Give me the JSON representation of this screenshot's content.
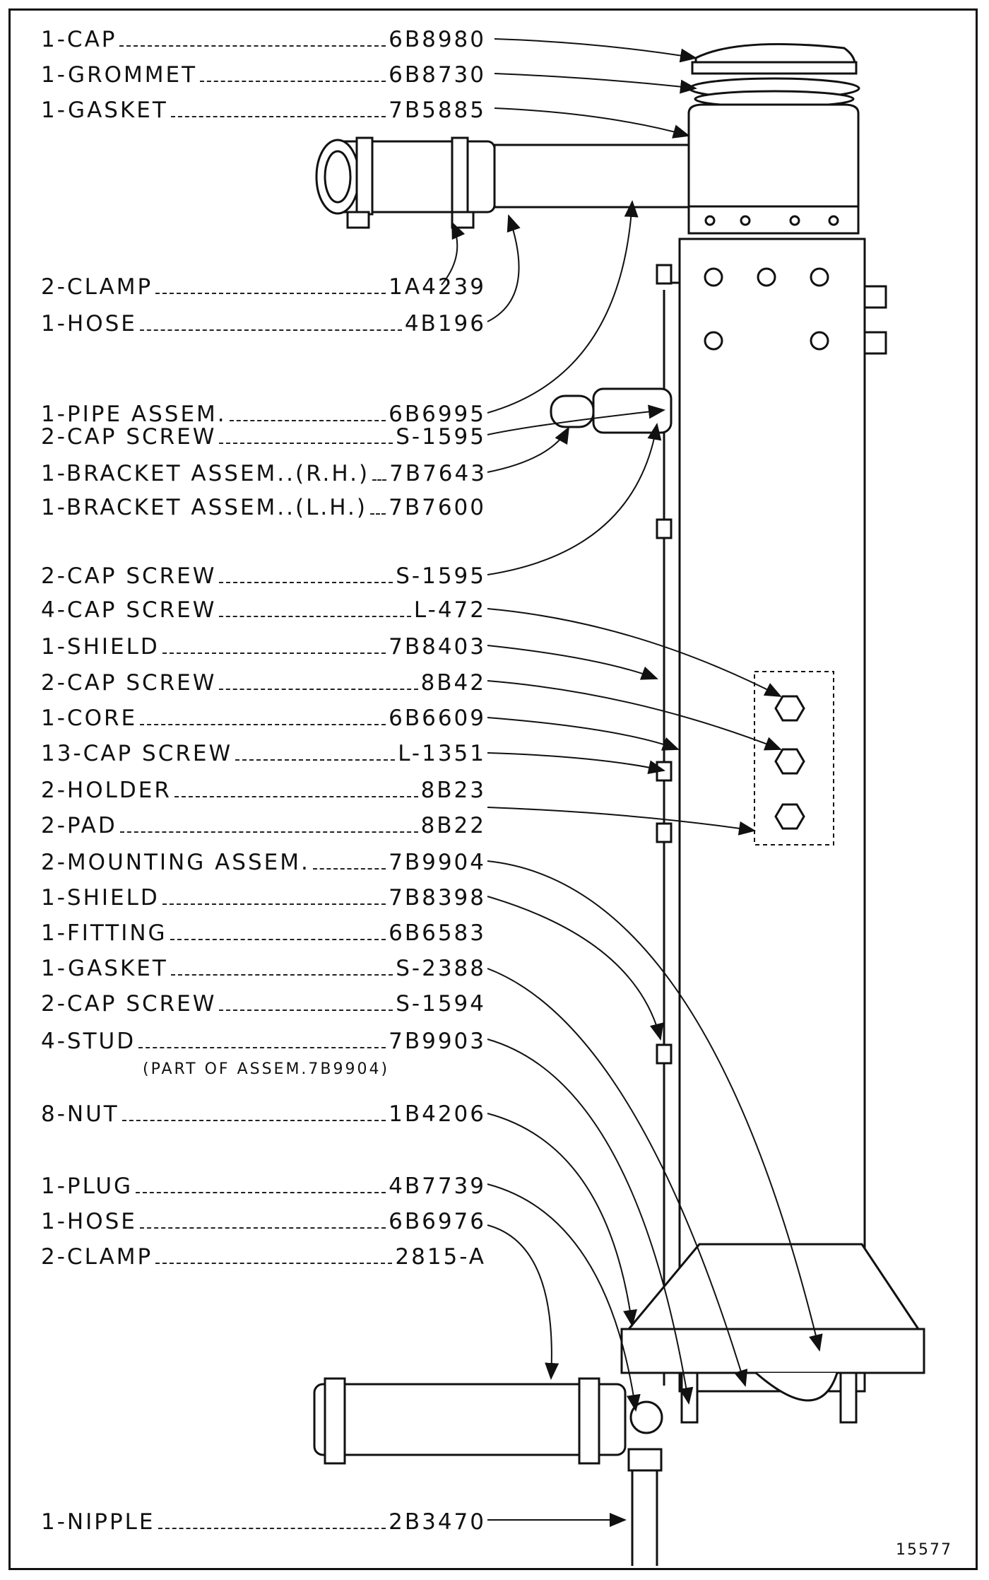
{
  "figure_number": "15577",
  "parts": [
    {
      "id": "cap",
      "qty": "1",
      "name": "CAP",
      "part": "6B8980"
    },
    {
      "id": "grommet",
      "qty": "1",
      "name": "GROMMET",
      "part": "6B8730"
    },
    {
      "id": "gasket-top",
      "qty": "1",
      "name": "GASKET",
      "part": "7B5885"
    },
    {
      "id": "clamp-upper",
      "qty": "2",
      "name": "CLAMP",
      "part": "1A4239"
    },
    {
      "id": "hose-upper",
      "qty": "1",
      "name": "HOSE",
      "part": "4B196"
    },
    {
      "id": "pipe-assem",
      "qty": "1",
      "name": "PIPE ASSEM.",
      "part": "6B6995"
    },
    {
      "id": "cap-screw-1",
      "qty": "2",
      "name": "CAP SCREW",
      "part": "S-1595"
    },
    {
      "id": "bracket-rh",
      "qty": "1",
      "name": "BRACKET ASSEM..(R.H.)",
      "part": "7B7643"
    },
    {
      "id": "bracket-lh",
      "qty": "1",
      "name": "BRACKET ASSEM..(L.H.)",
      "part": "7B7600"
    },
    {
      "id": "cap-screw-2",
      "qty": "2",
      "name": "CAP SCREW",
      "part": "S-1595"
    },
    {
      "id": "cap-screw-3",
      "qty": "4",
      "name": "CAP SCREW",
      "part": "L-472"
    },
    {
      "id": "shield-1",
      "qty": "1",
      "name": "SHIELD",
      "part": "7B8403"
    },
    {
      "id": "cap-screw-4",
      "qty": "2",
      "name": "CAP SCREW",
      "part": "8B42"
    },
    {
      "id": "core",
      "qty": "1",
      "name": "CORE",
      "part": "6B6609"
    },
    {
      "id": "cap-screw-5",
      "qty": "13",
      "name": "CAP SCREW",
      "part": "L-1351"
    },
    {
      "id": "holder",
      "qty": "2",
      "name": "HOLDER",
      "part": "8B23"
    },
    {
      "id": "pad",
      "qty": "2",
      "name": "PAD",
      "part": "8B22"
    },
    {
      "id": "mounting-assem",
      "qty": "2",
      "name": "MOUNTING ASSEM.",
      "part": "7B9904"
    },
    {
      "id": "shield-2",
      "qty": "1",
      "name": "SHIELD",
      "part": "7B8398"
    },
    {
      "id": "fitting",
      "qty": "1",
      "name": "FITTING",
      "part": "6B6583"
    },
    {
      "id": "gasket-2",
      "qty": "1",
      "name": "GASKET",
      "part": "S-2388"
    },
    {
      "id": "cap-screw-6",
      "qty": "2",
      "name": "CAP SCREW",
      "part": "S-1594"
    },
    {
      "id": "stud",
      "qty": "4",
      "name": "STUD",
      "part": "7B9903"
    },
    {
      "id": "nut",
      "qty": "8",
      "name": "NUT",
      "part": "1B4206"
    },
    {
      "id": "plug",
      "qty": "1",
      "name": "PLUG",
      "part": "4B7739"
    },
    {
      "id": "hose-lower",
      "qty": "1",
      "name": "HOSE",
      "part": "6B6976"
    },
    {
      "id": "clamp-lower",
      "qty": "2",
      "name": "CLAMP",
      "part": "2815-A"
    },
    {
      "id": "nipple",
      "qty": "1",
      "name": "NIPPLE",
      "part": "2B3470"
    }
  ],
  "stud_note": "(PART OF ASSEM.7B9904)"
}
